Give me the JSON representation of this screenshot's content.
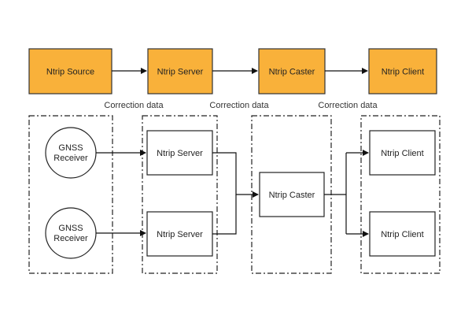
{
  "colors": {
    "accent_fill": "#f9b13a",
    "accent_stroke": "#333333",
    "line": "#111111",
    "box_fill": "#ffffff",
    "group_border": "#222222"
  },
  "top_flow": {
    "nodes": [
      "Ntrip Source",
      "Ntrip Server",
      "Ntrip Caster",
      "Ntrip Client"
    ],
    "edge_labels": [
      "Correction data",
      "Correction data",
      "Correction data"
    ]
  },
  "detail": {
    "receivers": [
      {
        "line1": "GNSS",
        "line2": "Receiver"
      },
      {
        "line1": "GNSS",
        "line2": "Receiver"
      }
    ],
    "servers": [
      "Ntrip Server",
      "Ntrip Server"
    ],
    "caster": "Ntrip Caster",
    "clients": [
      "Ntrip Client",
      "Ntrip Client"
    ]
  }
}
